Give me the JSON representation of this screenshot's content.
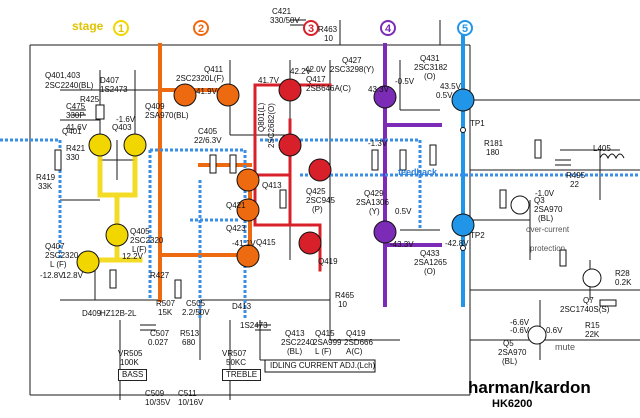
{
  "stage_label": "stage",
  "stages": [
    "1",
    "2",
    "3",
    "4",
    "5"
  ],
  "colors": {
    "stage1": "#f2d600",
    "stage2": "#ee6a10",
    "stage3": "#d8202a",
    "stage4": "#7b2bb5",
    "stage5": "#2196e8",
    "feedback": "#3a8ee6",
    "wire": "#1a1a1a"
  },
  "transistors": {
    "q401_403": "Q401,403",
    "q401_type": "2SC2240(BL)",
    "q401": "Q401",
    "q403": "Q403",
    "q405": "Q405",
    "q405_type": "2SC2320",
    "q405_grade": "L(F)",
    "q407": "Q407",
    "q407_type": "2SC2320",
    "q407_grade": "L (F)",
    "q409": "Q409",
    "q409_type": "2SA970(BL)",
    "q411": "Q411",
    "q411_type": "2SC2320L(F)",
    "q413": "Q413",
    "q415": "Q415",
    "q417": "Q417",
    "q417_type": "2SB646A(C)",
    "q419": "Q419",
    "q421": "Q421",
    "q423": "Q423",
    "q425": "Q425",
    "q425_type": "2SC945",
    "q425_grade": "(P)",
    "q427": "Q427",
    "q427_type": "2SC3298(Y)",
    "q429": "Q429",
    "q429_type": "2SA1306",
    "q429_grade": "(Y)",
    "q431": "Q431",
    "q431_type": "2SC3182",
    "q431_grade": "(O)",
    "q433": "Q433",
    "q433_type": "2SA1265",
    "q433_grade": "(O)",
    "q3": "Q3",
    "q3_type": "2SA970",
    "q3_grade": "(BL)",
    "q5": "Q5",
    "q5_type": "2SA970",
    "q5_grade": "(BL)",
    "q7": "Q7",
    "q7_type": "2SC1740S(S)",
    "q801": "Q801(L)",
    "q801_type": "2SC2682(O)",
    "q413_bottom": "Q413",
    "q413_bottom_type": "2SC2240",
    "q413_bottom_grade": "(BL)",
    "q415_bottom": "Q415",
    "q415_bottom_type": "2SA999",
    "q415_bottom_grade": "L (F)",
    "q419_bottom": "Q419",
    "q419_bottom_type": "2SD666",
    "q419_bottom_grade": "A(C)"
  },
  "parts": {
    "d407": "D407",
    "d407_type": "1S2473",
    "d409": "D409",
    "d409_type": "HZ12B-2L",
    "d413": "D413",
    "d413_type": "1S2473",
    "vr505": "VR505",
    "vr505_val": "100K",
    "vr507": "VR507",
    "vr507_val": "50KC",
    "bass": "BASS",
    "treble": "TREBLE",
    "idling": "IDLING CURRENT ADJ.(Lch)",
    "l405": "L405",
    "tp1": "TP1",
    "tp2": "TP2",
    "r181": "R181",
    "r181_val": "180",
    "r419": "R419",
    "r419_val": "33K",
    "r421": "R421",
    "r421_val": "330",
    "r425": "R425",
    "r427": "R427",
    "r463": "R463",
    "r463_val": "10",
    "r465": "R465",
    "r465_val": "10",
    "r495": "R495",
    "r495_val": "22",
    "r28": "R28",
    "r28_val": "0.2K",
    "r15": "R15",
    "r15_val": "22K",
    "r507": "R507",
    "r507_val": "15K",
    "r513": "R513",
    "r513_val": "680",
    "c405": "C405",
    "c405_val": "22/6.3V",
    "c421": "C421",
    "c421_val": "330/50V",
    "c475": "C475",
    "c475_val": "330P",
    "c505": "C505",
    "c505_val": "2.2/50V",
    "c507": "C507",
    "c507_val": "0.027",
    "c509": "C509",
    "c509_val": "10/35V",
    "c511": "C511",
    "c511_val": "10/16V"
  },
  "voltages": {
    "v1": "41.9V",
    "v2": "41.7V",
    "v3": "42.2V",
    "v4": "41.6V",
    "v5": "-1.6V",
    "v6": "12.8V",
    "v7": "12.2V",
    "v8": "-0.5V",
    "v9": "43.3V",
    "v10": "0.5V",
    "v11": "-42.8V",
    "v12": "43.5V",
    "v13": "-43.3V",
    "v14": "-41.1V",
    "v15": "-6.6V",
    "v16": "-0.6V",
    "v17": "0.6V",
    "v18": "-12.8V",
    "v19": "42.0V",
    "v20": "0.5V",
    "v21": "-1.0V",
    "v22": "-1.3V"
  },
  "annotations": {
    "feedback": "feedback",
    "over_current": "over-current",
    "protection": "protection",
    "mute": "mute"
  },
  "brand": "harman/kardon",
  "model": "HK6200"
}
